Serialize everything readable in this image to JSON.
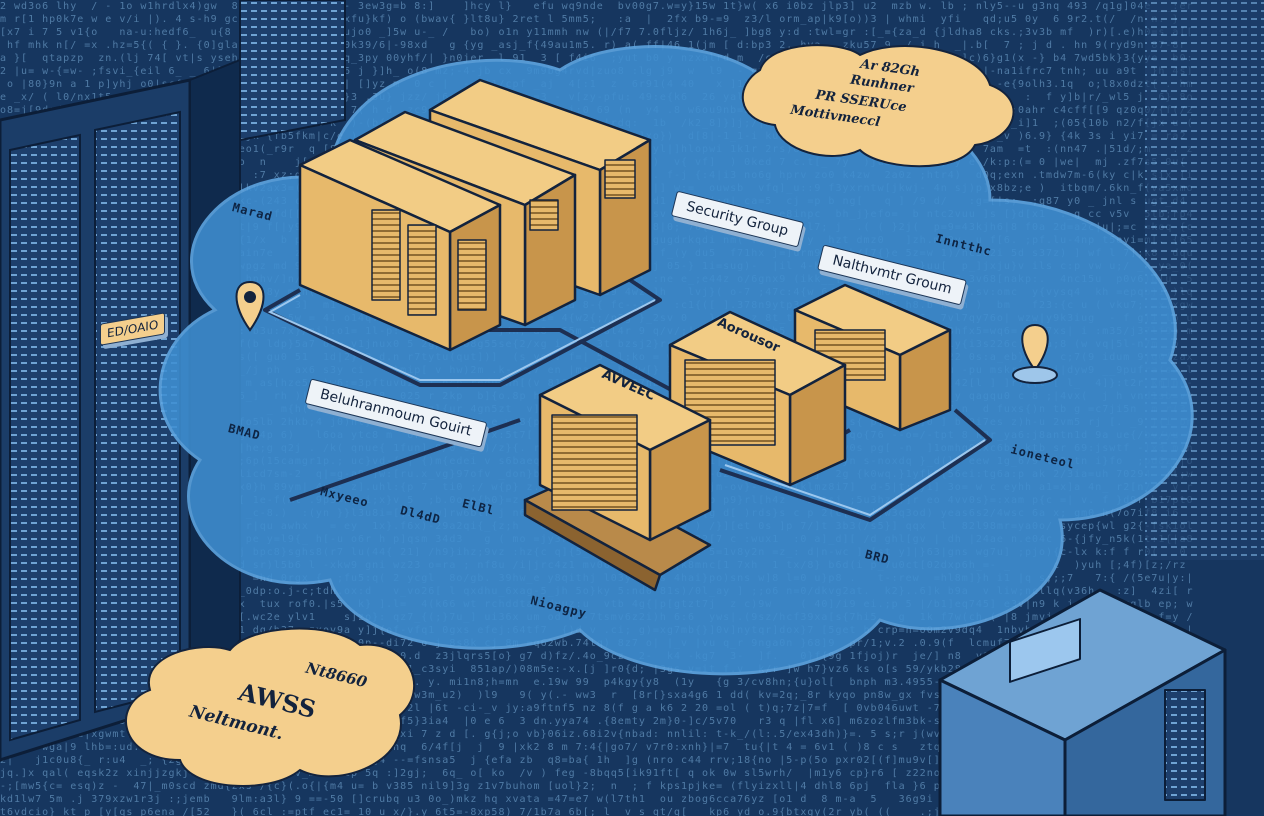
{
  "scene": {
    "left_wall_label": "ED/OAIO",
    "cloud_tags": {
      "security_group": "Security Group",
      "network_group": "Nalthvmtr Groum",
      "bottom_group": "Beluhranmoum Gouirt"
    },
    "server_labels": {
      "front": "AVVEEC",
      "middle": "Aorousor"
    },
    "top_bubble": [
      "Ar 82Gh",
      "Runhner",
      "PR SSERUce",
      "Mottivmeccl"
    ],
    "bottom_bubble": [
      "Nt8660",
      "AWSS",
      "Neltmont."
    ],
    "floor_scribbles": [
      "Marad",
      "Inntthc",
      "BMAD",
      "Mxyeeo",
      "Dl4dD",
      "ElBl",
      "ioneteol",
      "Nioagpy",
      "BRD"
    ]
  },
  "colors": {
    "background": "#16365f",
    "cloud": "#3f8fd2",
    "box": "#e7b96b",
    "bubble": "#f4cf8d",
    "outline": "#13233d"
  }
}
